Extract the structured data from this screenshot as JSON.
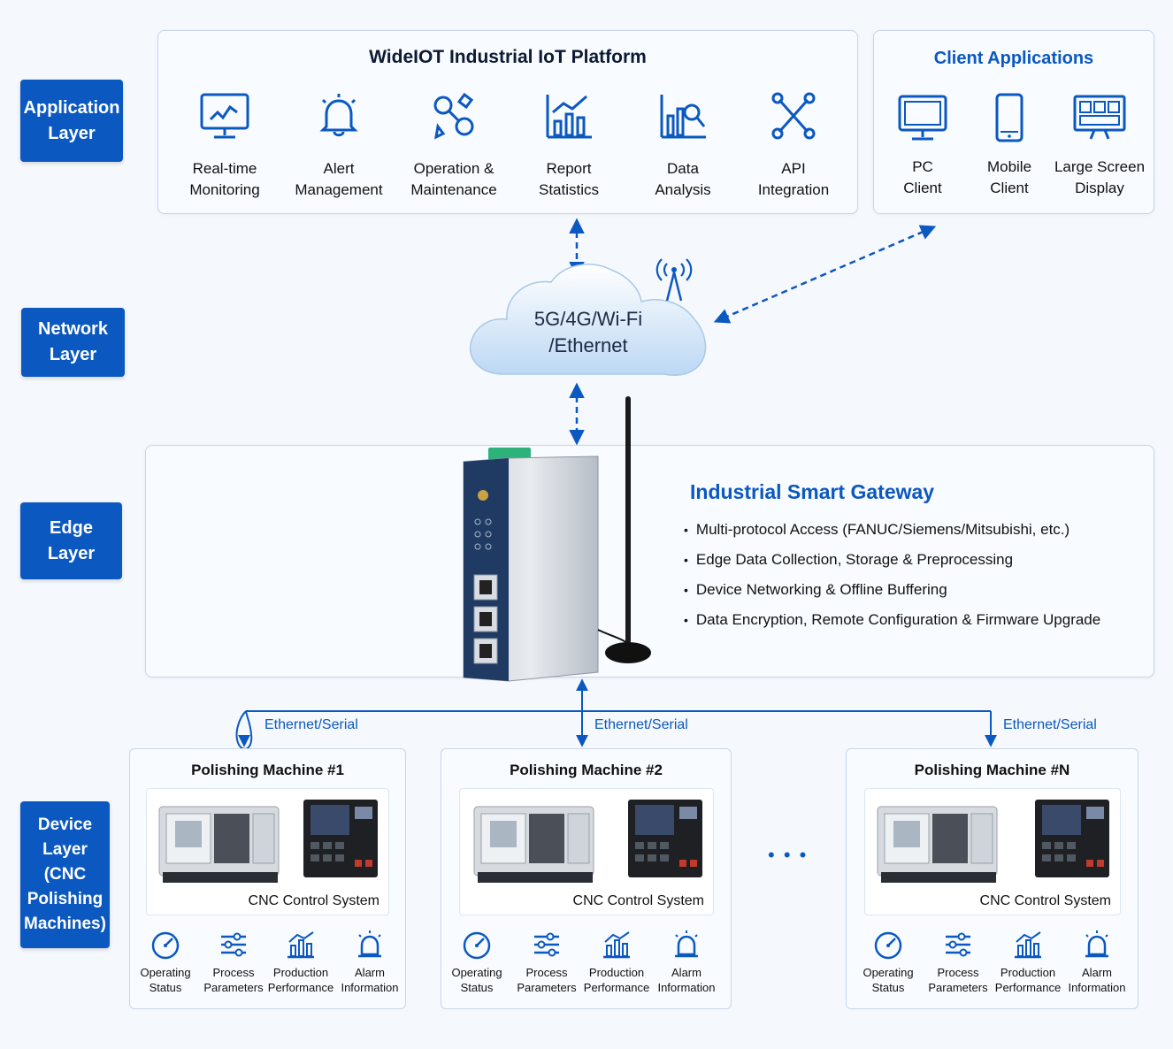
{
  "layers": {
    "application": "Application\nLayer",
    "network": "Network\nLayer",
    "edge": "Edge\nLayer",
    "device": "Device\nLayer\n(CNC\nPolishing\nMachines)"
  },
  "platform": {
    "title": "WideIOT Industrial IoT Platform",
    "items": [
      {
        "label": "Real-time\nMonitoring",
        "icon": "monitor-chart-icon"
      },
      {
        "label": "Alert\nManagement",
        "icon": "bell-icon"
      },
      {
        "label": "Operation &\nMaintenance",
        "icon": "wrench-gear-icon"
      },
      {
        "label": "Report\nStatistics",
        "icon": "bar-chart-icon"
      },
      {
        "label": "Data\nAnalysis",
        "icon": "data-analysis-icon"
      },
      {
        "label": "API\nIntegration",
        "icon": "api-icon"
      }
    ]
  },
  "clients": {
    "title": "Client Applications",
    "items": [
      {
        "label": "PC\nClient",
        "icon": "pc-icon"
      },
      {
        "label": "Mobile\nClient",
        "icon": "mobile-icon"
      },
      {
        "label": "Large Screen\nDisplay",
        "icon": "large-screen-icon"
      }
    ]
  },
  "network": {
    "cloud_text": "5G/4G/Wi-Fi\n/Ethernet"
  },
  "gateway": {
    "title": "Industrial Smart Gateway",
    "features": [
      "Multi-protocol Access  (FANUC/Siemens/Mitsubishi, etc.)",
      "Edge Data Collection, Storage & Preprocessing",
      "Device Networking & Offline Buffering",
      "Data Encryption, Remote Configuration & Firmware Upgrade"
    ]
  },
  "connections": {
    "label": "Ethernet/Serial"
  },
  "machines": [
    {
      "title": "Polishing Machine #1",
      "cnc_label": "CNC Control System"
    },
    {
      "title": "Polishing Machine #2",
      "cnc_label": "CNC Control System"
    },
    {
      "title": "Polishing Machine #N",
      "cnc_label": "CNC Control System"
    }
  ],
  "machine_metrics": [
    {
      "label": "Operating\nStatus",
      "icon": "gauge-icon"
    },
    {
      "label": "Process\nParameters",
      "icon": "sliders-icon"
    },
    {
      "label": "Production\nPerformance",
      "icon": "production-chart-icon"
    },
    {
      "label": "Alarm\nInformation",
      "icon": "alarm-icon"
    }
  ],
  "ellipsis": "• • •",
  "colors": {
    "accent": "#0b58c0",
    "panel_border": "#c9d6e8",
    "background": "#f5f8fc"
  }
}
